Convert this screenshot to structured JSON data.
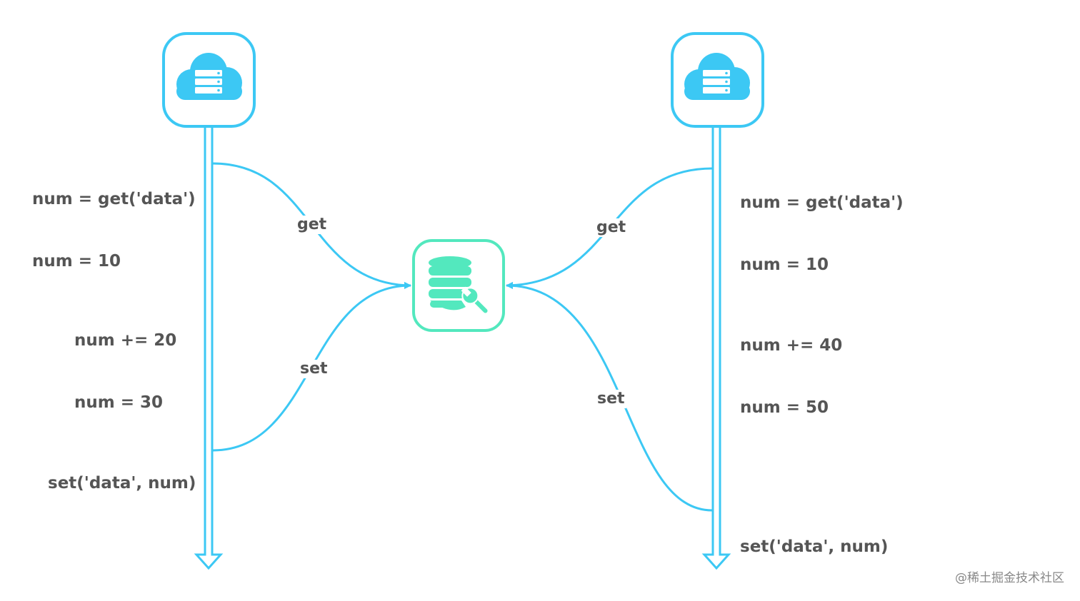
{
  "left_client": {
    "read_lines": [
      "num = get('data')",
      "num = 10"
    ],
    "compute_lines": [
      "num += 20",
      "num = 30"
    ],
    "write_line": "set('data', num)"
  },
  "right_client": {
    "read_lines": [
      "num = get('data')",
      "num = 10"
    ],
    "compute_lines": [
      "num += 40",
      "num = 50"
    ],
    "write_line": "set('data', num)"
  },
  "edges": {
    "left_get": "get",
    "left_set": "set",
    "right_get": "get",
    "right_set": "set"
  },
  "icons": {
    "server": "cloud-server-icon",
    "database": "database-wrench-icon"
  },
  "colors": {
    "client_line": "#3cc8f4",
    "server_fill": "#3cc8f4",
    "database_border": "#53e8be",
    "database_fill": "#53e8be",
    "text": "#555555"
  },
  "watermark": "@稀土掘金技术社区"
}
